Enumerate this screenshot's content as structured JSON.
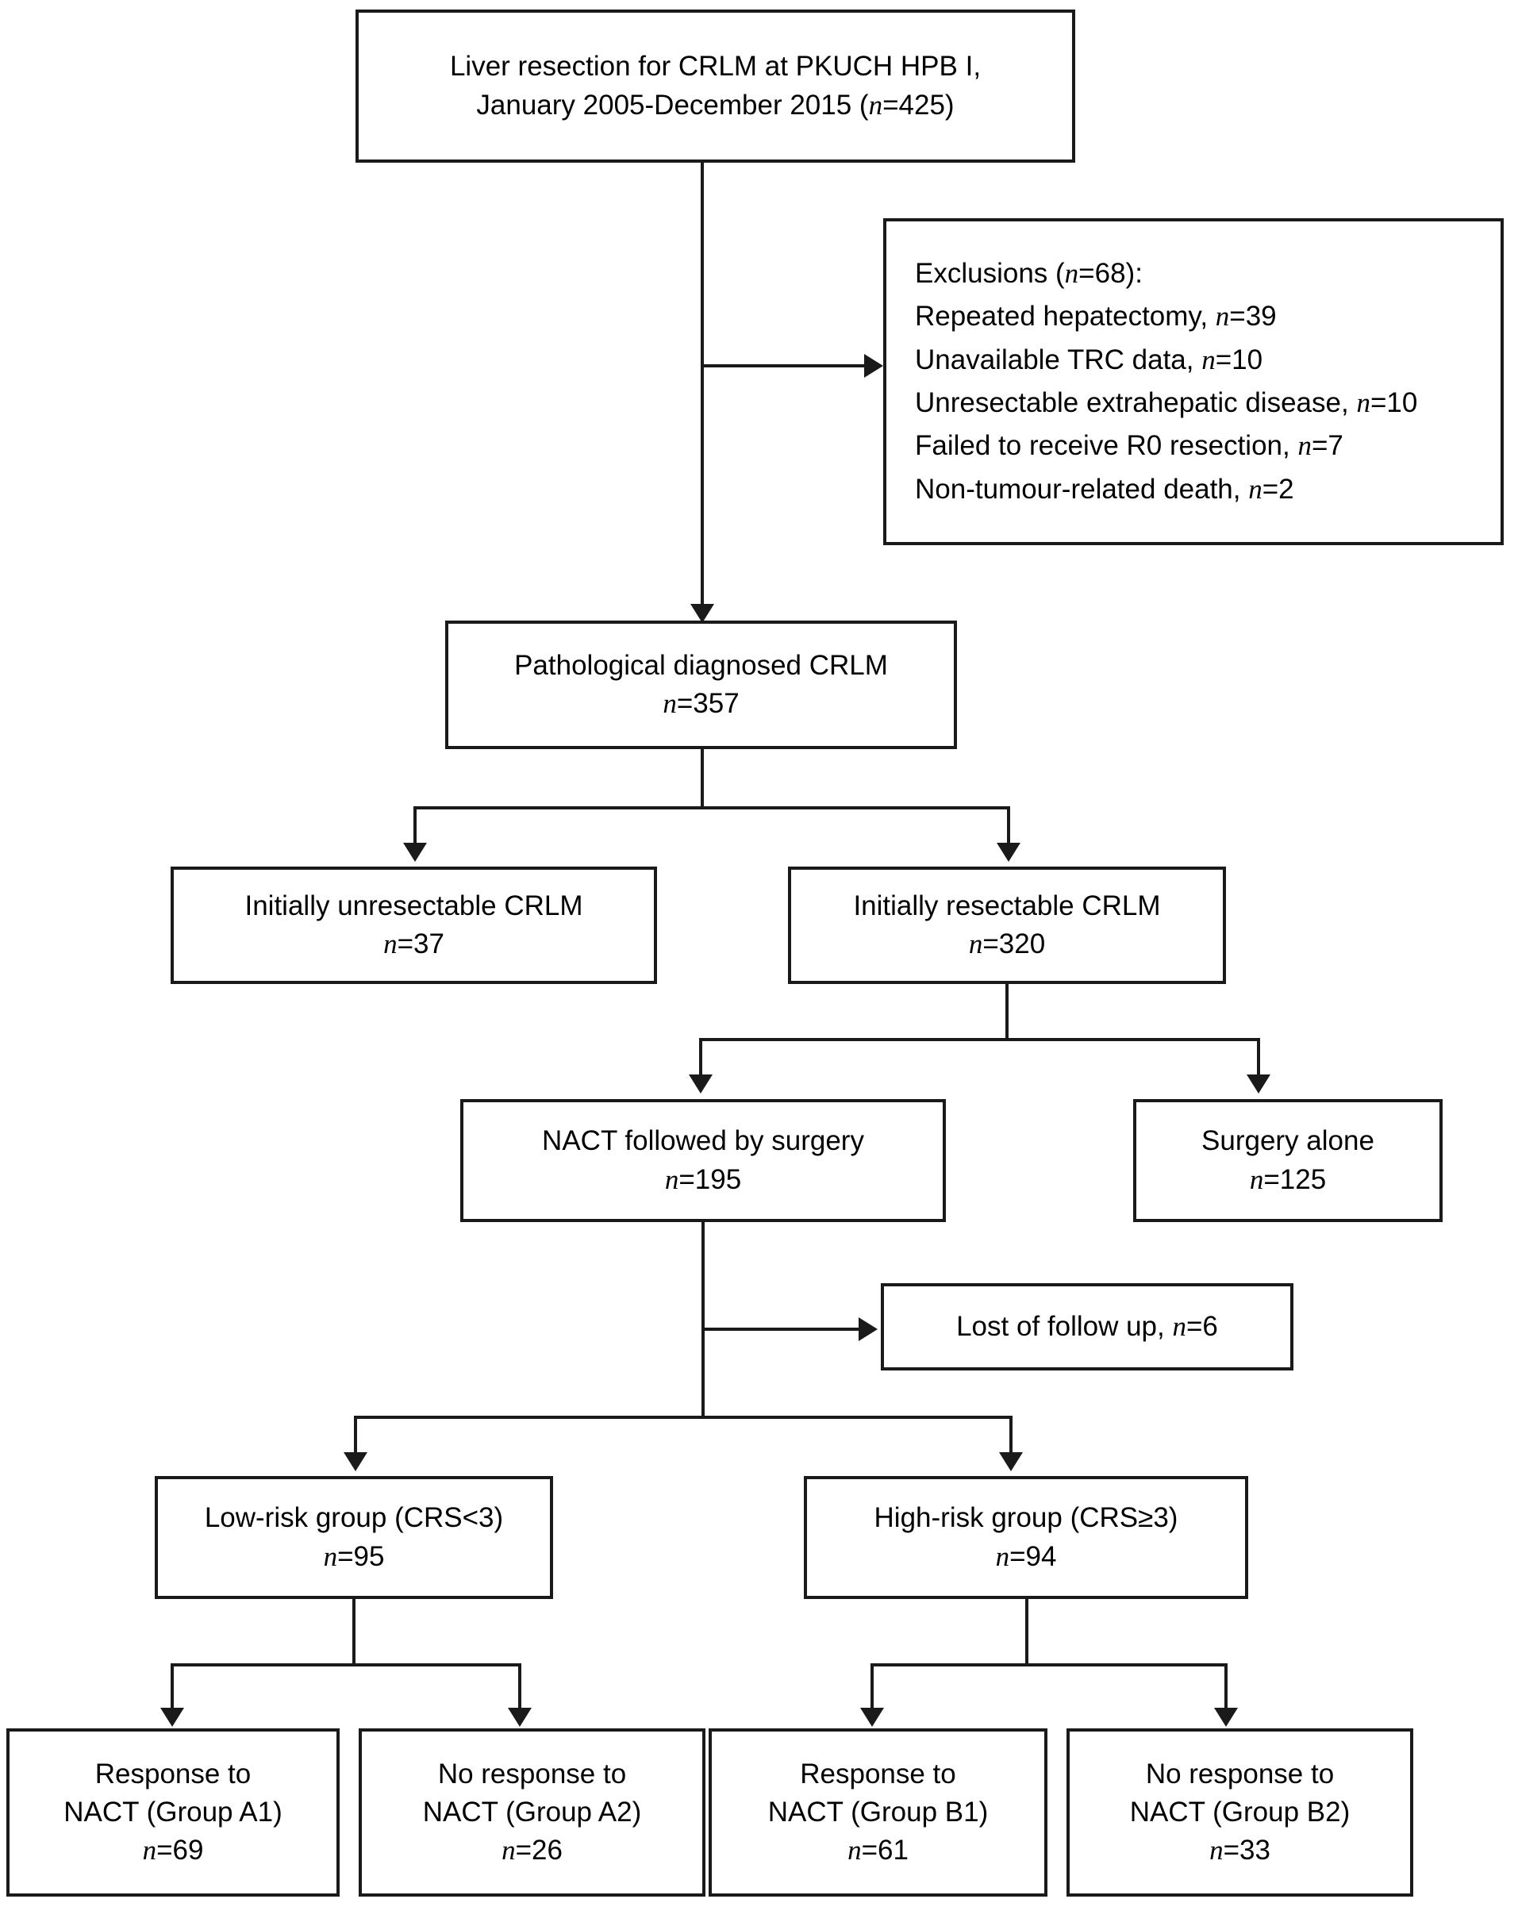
{
  "diagram": {
    "type": "flowchart",
    "title": "Liver resection for CRLM patient selection flow diagram",
    "orientation": "top-down",
    "line_color": "#1a1a1a",
    "background_color": "#ffffff"
  },
  "nodes": {
    "cohort": {
      "line1": "Liver resection for CRLM at PKUCH HPB I,",
      "line2_pre": "January 2005-December 2015 (",
      "line2_var": "n",
      "line2_post": "=425)"
    },
    "exclusions": {
      "heading_pre": "Exclusions (",
      "heading_var": "n",
      "heading_post": "=68):",
      "items": [
        {
          "label": "Repeated hepatectomy, ",
          "var": "n",
          "value": "=39"
        },
        {
          "label": "Unavailable TRC data, ",
          "var": "n",
          "value": "=10"
        },
        {
          "label": "Unresectable extrahepatic disease, ",
          "var": "n",
          "value": "=10"
        },
        {
          "label": "Failed to receive R0 resection, ",
          "var": "n",
          "value": "=7"
        },
        {
          "label": "Non-tumour-related death, ",
          "var": "n",
          "value": "=2"
        }
      ]
    },
    "pathological": {
      "label": "Pathological diagnosed CRLM",
      "var": "n",
      "value": "=357"
    },
    "unresectable": {
      "label": "Initially unresectable CRLM",
      "var": "n",
      "value": "=37"
    },
    "resectable": {
      "label": "Initially resectable CRLM",
      "var": "n",
      "value": "=320"
    },
    "nact_surgery": {
      "label": "NACT followed by surgery",
      "var": "n",
      "value": "=195"
    },
    "surgery_alone": {
      "label": "Surgery alone",
      "var": "n",
      "value": "=125"
    },
    "lost_followup": {
      "label": "Lost of follow up, ",
      "var": "n",
      "value": "=6"
    },
    "low_risk": {
      "label": "Low-risk group (CRS<3)",
      "var": "n",
      "value": "=95"
    },
    "high_risk": {
      "label": "High-risk group (CRS≥3)",
      "var": "n",
      "value": "=94"
    },
    "group_a1": {
      "line1": "Response to",
      "line2": "NACT (Group A1)",
      "var": "n",
      "value": "=69"
    },
    "group_a2": {
      "line1": "No response to",
      "line2": "NACT (Group A2)",
      "var": "n",
      "value": "=26"
    },
    "group_b1": {
      "line1": "Response to",
      "line2": "NACT (Group B1)",
      "var": "n",
      "value": "=61"
    },
    "group_b2": {
      "line1": "No response to",
      "line2": "NACT (Group B2)",
      "var": "n",
      "value": "=33"
    }
  },
  "chart_data": {
    "type": "flowchart",
    "title": "Liver resection for CRLM at PKUCH HPB I, January 2005-December 2015",
    "counts": {
      "total_liver_resections": 425,
      "exclusions_total": 68,
      "exclusion_repeated_hepatectomy": 39,
      "exclusion_unavailable_trc_data": 10,
      "exclusion_unresectable_extrahepatic_disease": 10,
      "exclusion_failed_r0_resection": 7,
      "exclusion_non_tumour_related_death": 2,
      "pathological_diagnosed_crlm": 357,
      "initially_unresectable_crlm": 37,
      "initially_resectable_crlm": 320,
      "nact_followed_by_surgery": 195,
      "surgery_alone": 125,
      "lost_of_follow_up": 6,
      "low_risk_group_crs_lt_3": 95,
      "high_risk_group_crs_ge_3": 94,
      "group_a1_response_to_nact": 69,
      "group_a2_no_response_to_nact": 26,
      "group_b1_response_to_nact": 61,
      "group_b2_no_response_to_nact": 33
    },
    "edges": [
      {
        "from": "cohort",
        "to": "exclusions",
        "kind": "side"
      },
      {
        "from": "cohort",
        "to": "pathological",
        "kind": "down"
      },
      {
        "from": "pathological",
        "to": "unresectable",
        "kind": "split"
      },
      {
        "from": "pathological",
        "to": "resectable",
        "kind": "split"
      },
      {
        "from": "resectable",
        "to": "nact_surgery",
        "kind": "split"
      },
      {
        "from": "resectable",
        "to": "surgery_alone",
        "kind": "split"
      },
      {
        "from": "nact_surgery",
        "to": "lost_followup",
        "kind": "side"
      },
      {
        "from": "nact_surgery",
        "to": "low_risk",
        "kind": "split"
      },
      {
        "from": "nact_surgery",
        "to": "high_risk",
        "kind": "split"
      },
      {
        "from": "low_risk",
        "to": "group_a1",
        "kind": "split"
      },
      {
        "from": "low_risk",
        "to": "group_a2",
        "kind": "split"
      },
      {
        "from": "high_risk",
        "to": "group_b1",
        "kind": "split"
      },
      {
        "from": "high_risk",
        "to": "group_b2",
        "kind": "split"
      }
    ]
  }
}
